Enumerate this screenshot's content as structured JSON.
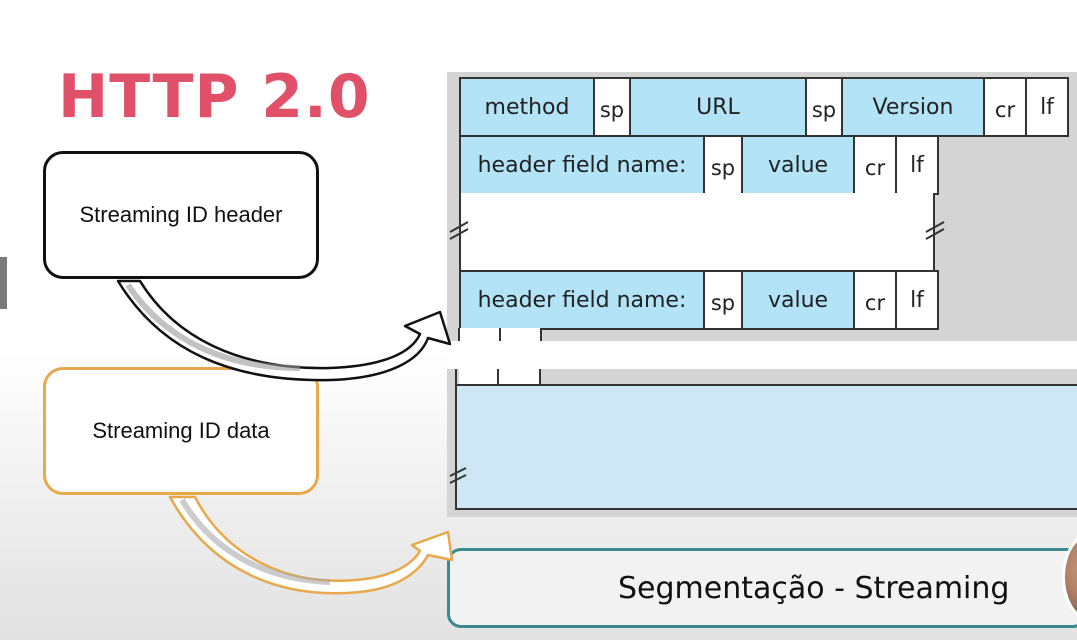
{
  "title": "HTTP 2.0",
  "boxes": {
    "header": "Streaming ID header",
    "data": "Streaming ID data"
  },
  "request_line": [
    "method",
    "sp",
    "URL",
    "sp",
    "Version",
    "cr",
    "lf"
  ],
  "header_line_1": [
    "header field name:",
    "sp",
    "value",
    "cr",
    "lf"
  ],
  "header_line_2": [
    "header field name:",
    "sp",
    "value",
    "cr",
    "lf"
  ],
  "segment_label": "Segmentação - Streaming",
  "colors": {
    "title": "#e05068",
    "header_box_border": "#111111",
    "data_box_border": "#e7a94b",
    "cell_blue": "#b2e3f7",
    "body_blue": "#cfe6f4",
    "segment_border": "#3a8b8f",
    "panel_gray": "#d4d4d4"
  }
}
